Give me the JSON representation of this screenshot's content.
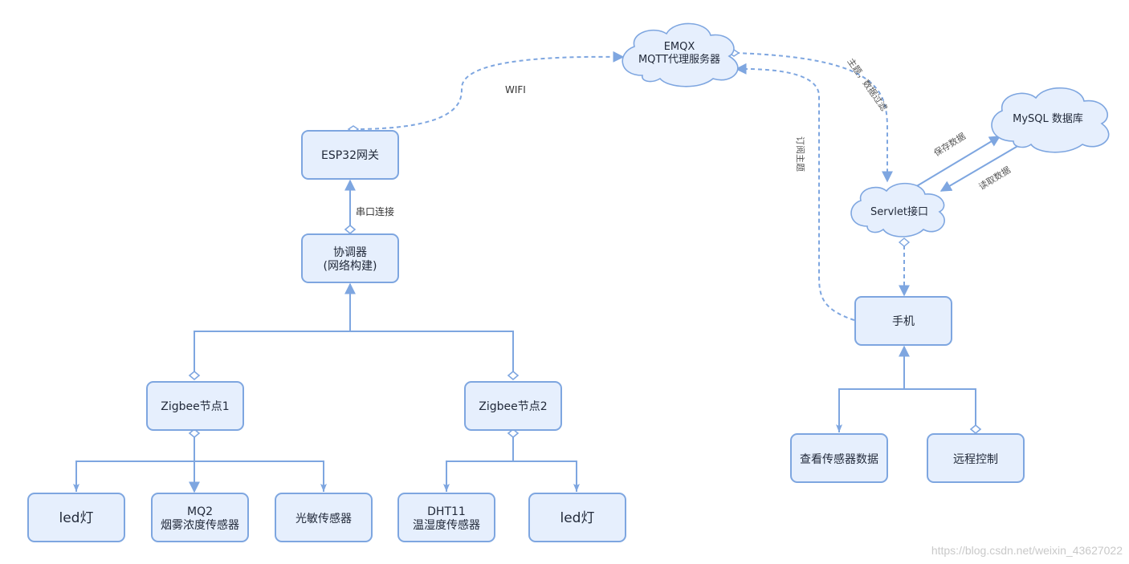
{
  "nodes": {
    "esp32": "ESP32网关",
    "coordinator": [
      "协调器",
      "(网络构建)"
    ],
    "zigbee1": "Zigbee节点1",
    "zigbee2": "Zigbee节点2",
    "led1": "led灯",
    "mq2": [
      "MQ2",
      "烟雾浓度传感器"
    ],
    "light_sensor": "光敏传感器",
    "dht11": [
      "DHT11",
      "温湿度传感器"
    ],
    "led2": "led灯",
    "phone": "手机",
    "view_data": "查看传感器数据",
    "remote_control": "远程控制"
  },
  "clouds": {
    "emqx": [
      "EMQX",
      "MQTT代理服务器"
    ],
    "mysql": "MySQL 数据库",
    "servlet": "Servlet接口"
  },
  "edge_labels": {
    "wifi": "WIFI",
    "serial": "串口连接",
    "topic_filter": "主题，数据过滤",
    "subscribe": "订阅主题",
    "save_data": "保存数据",
    "read_data": "读取数据"
  },
  "watermark": "https://blog.csdn.net/weixin_43627022",
  "colors": {
    "stroke": "#7ea6e0",
    "fill": "#e6effd"
  }
}
